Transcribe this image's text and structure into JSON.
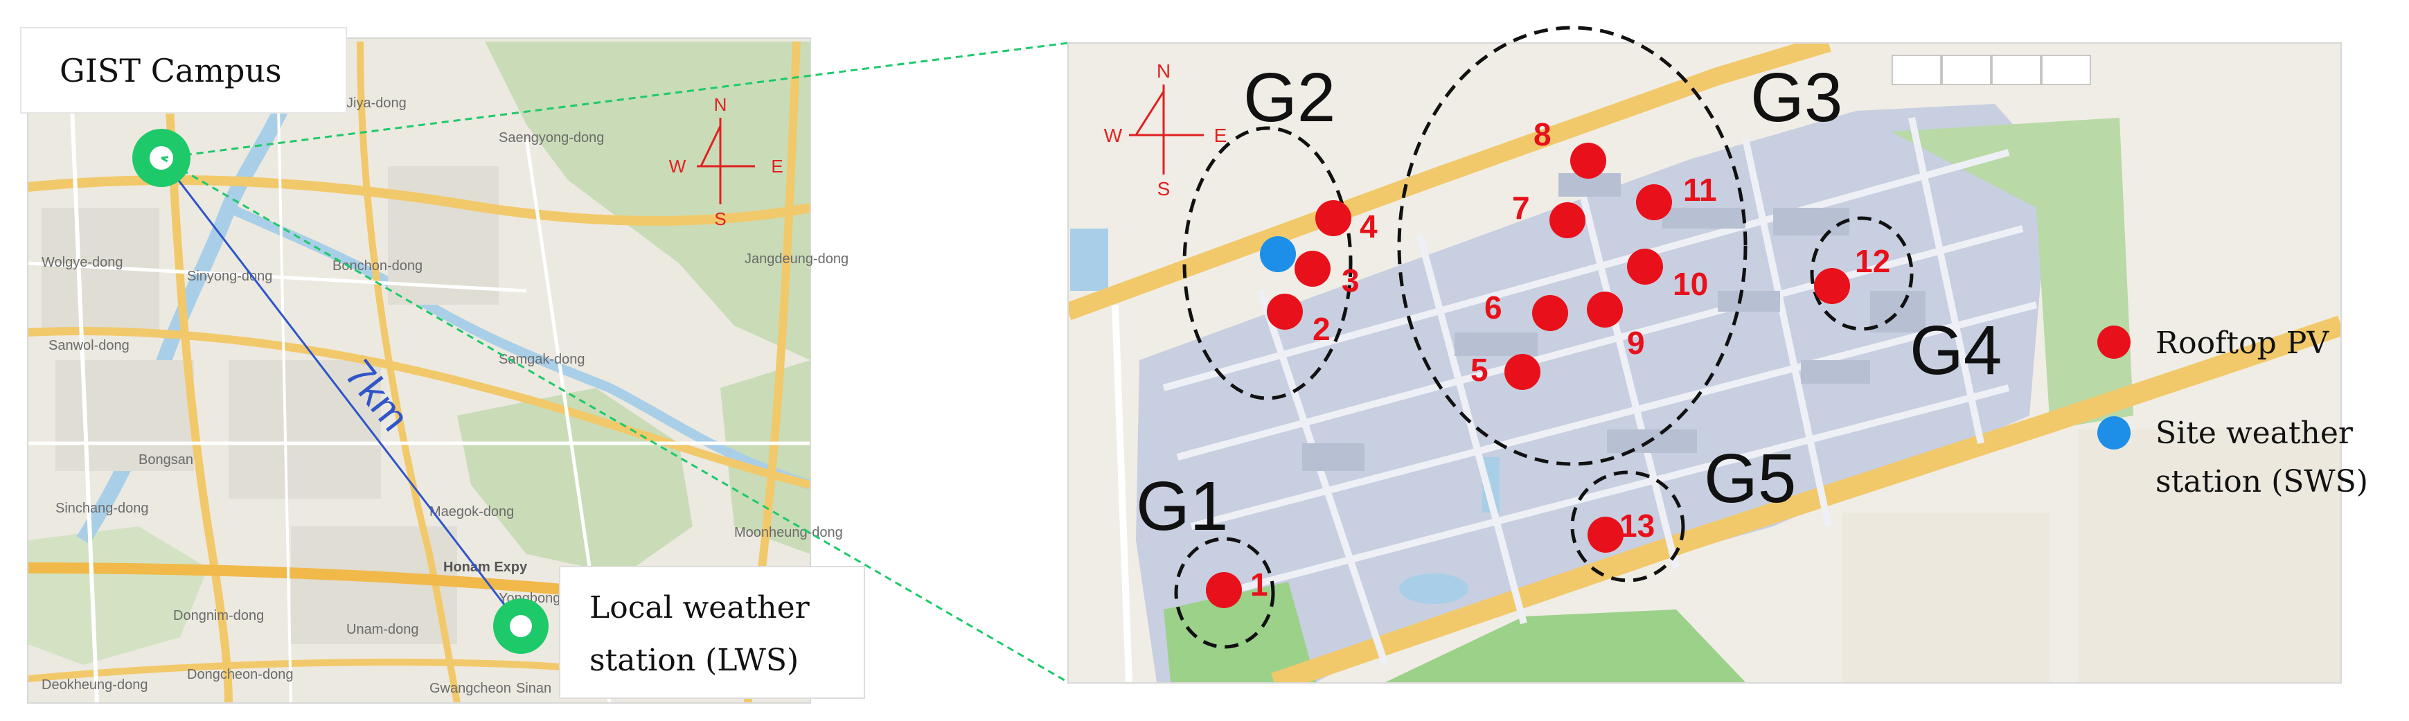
{
  "colors": {
    "pv": "#e8101a",
    "sws": "#1e8fe8",
    "station_marker": "#1ec96a",
    "compass": "#e02020",
    "distance_line": "#2f55c8",
    "connector": "#1ec96a",
    "campus_block": "#c8cfe0",
    "road": "#f2c96a",
    "park": "#9cd18a"
  },
  "overview_map": {
    "campus_label": "GIST Campus",
    "lws_label_line1": "Local weather",
    "lws_label_line2": "station (LWS)",
    "distance_label": "7km",
    "compass": {
      "n": "N",
      "s": "S",
      "e": "E",
      "w": "W"
    },
    "place_names": [
      "Jiya-dong",
      "Saengyong-dong",
      "Bonchon-dong",
      "Wolgye-dong",
      "Sinyong-dong",
      "Jangdeung-dong",
      "Sanwol-dong",
      "Samgak-dong",
      "Sinchang-dong",
      "Maegok-dong",
      "Moonheung-dong",
      "Dongnim-dong",
      "Unam-dong",
      "Yongbong-dong",
      "Dongcheon-dong",
      "Deokheung-dong",
      "Gwangcheon",
      "Sinan",
      "Honam Expy",
      "Bongsan"
    ]
  },
  "campus_map": {
    "compass": {
      "n": "N",
      "s": "S",
      "e": "E",
      "w": "W"
    },
    "groups": [
      {
        "id": "G1"
      },
      {
        "id": "G2"
      },
      {
        "id": "G3"
      },
      {
        "id": "G4"
      },
      {
        "id": "G5"
      }
    ],
    "pv_sites": [
      {
        "id": "1",
        "group": "G1"
      },
      {
        "id": "2",
        "group": "G2"
      },
      {
        "id": "3",
        "group": "G2"
      },
      {
        "id": "4",
        "group": "G2"
      },
      {
        "id": "5",
        "group": "G3"
      },
      {
        "id": "6",
        "group": "G3"
      },
      {
        "id": "7",
        "group": "G3"
      },
      {
        "id": "8",
        "group": "G3"
      },
      {
        "id": "9",
        "group": "G3"
      },
      {
        "id": "10",
        "group": "G3"
      },
      {
        "id": "11",
        "group": "G3"
      },
      {
        "id": "12",
        "group": "G4"
      },
      {
        "id": "13",
        "group": "G5"
      }
    ]
  },
  "legend": {
    "rooftop_pv": "Rooftop PV",
    "sws_line1": "Site weather",
    "sws_line2": "station (SWS)"
  }
}
